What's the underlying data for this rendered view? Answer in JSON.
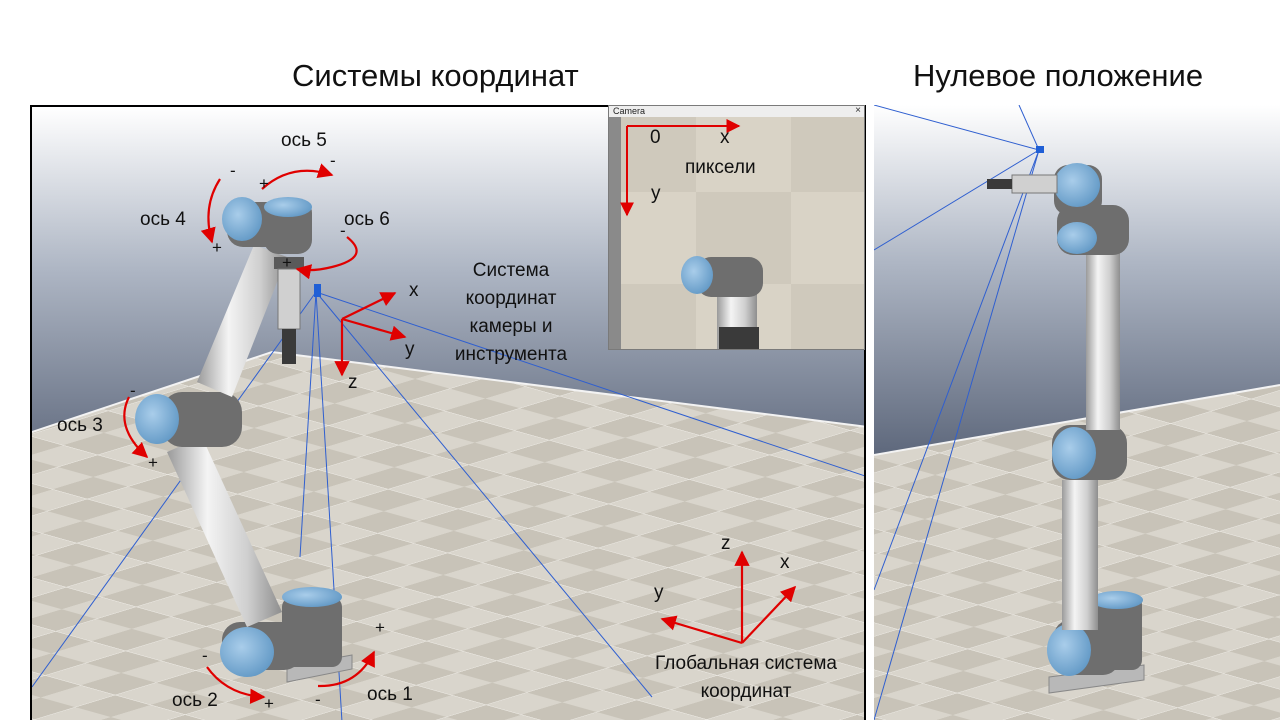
{
  "headings": {
    "left": "Системы координат",
    "right": "Нулевое положение"
  },
  "axes": {
    "axis1": "ось 1",
    "axis2": "ось 2",
    "axis3": "ось 3",
    "axis4": "ось 4",
    "axis5": "ось 5",
    "axis6": "ось 6"
  },
  "signs": {
    "plus": "+",
    "minus": "-"
  },
  "camera_frame": {
    "line1": "Система",
    "line2": "координат",
    "line3": "камеры и",
    "line4": "инструмента",
    "x": "x",
    "y": "y",
    "z": "z"
  },
  "global_frame": {
    "line1": "Глобальная система",
    "line2": "координат",
    "x": "x",
    "y": "y",
    "z": "z"
  },
  "camera_window": {
    "title": "Camera",
    "close": "×",
    "origin": "0",
    "x": "x",
    "y": "y",
    "pixels": "пиксели"
  },
  "colors": {
    "arrow": "#e00000",
    "joint_cap": "#7eb1d8",
    "joint_body": "#6e6e6e",
    "wall": "#6b7588",
    "floor_light": "#dcd8cf",
    "floor_dark": "#c4bfb4",
    "camera_ray": "#2f5fd0"
  }
}
